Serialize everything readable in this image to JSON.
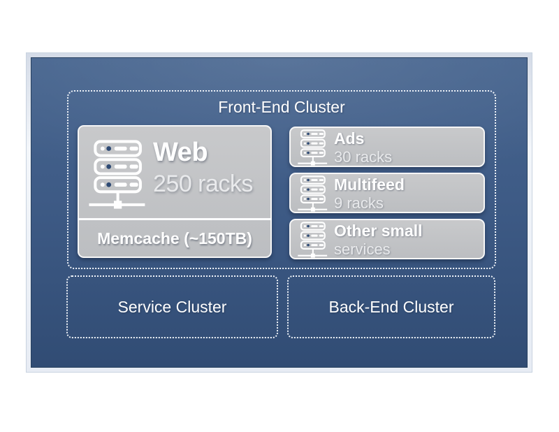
{
  "colors": {
    "page_bg": "#ffffff",
    "slide_top": "#47658f",
    "slide_mid": "#3e5b86",
    "slide_bottom": "#314c74",
    "box_gray_top": "#c8c9cb",
    "box_gray_bottom": "#bcbec1",
    "navy_dot": "#2e4a74",
    "text_primary": "#ffffff",
    "text_secondary": "#e9eaec"
  },
  "icons": {
    "server_rack": "server-rack-icon"
  },
  "front_end_cluster": {
    "title": "Front-End Cluster",
    "web_box": {
      "name": "Web",
      "capacity": "250 racks",
      "memcache_label": "Memcache (~150TB)"
    },
    "services": [
      {
        "name": "Ads",
        "detail": "30 racks"
      },
      {
        "name": "Multifeed",
        "detail": "9 racks"
      },
      {
        "name": "Other small",
        "detail": "services"
      }
    ]
  },
  "service_cluster": {
    "title": "Service Cluster"
  },
  "back_end_cluster": {
    "title": "Back-End Cluster"
  }
}
